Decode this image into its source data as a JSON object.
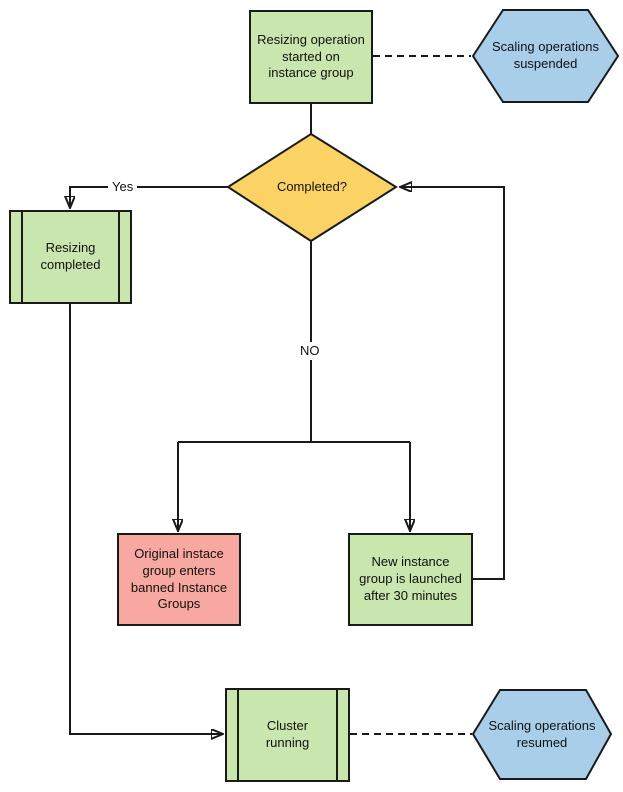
{
  "colors": {
    "green": "#C8E6AE",
    "blue": "#A9CEE9",
    "yellow": "#FBD365",
    "red": "#F7A8A1",
    "stroke": "#1A1A1A",
    "text": "#111111"
  },
  "nodes": {
    "resizing_started": {
      "type": "process",
      "label": "Resizing operation\nstarted on\ninstance group"
    },
    "scaling_suspended": {
      "type": "hexagon",
      "label": "Scaling operations\nsuspended"
    },
    "completed": {
      "type": "decision",
      "label": "Completed?"
    },
    "resizing_completed": {
      "type": "predefined-process",
      "label": "Resizing\ncompleted"
    },
    "banned_group": {
      "type": "process",
      "label": "Original instace\ngroup enters\nbanned Instance\nGroups"
    },
    "new_group": {
      "type": "process",
      "label": "New instance\ngroup is launched\nafter 30 minutes"
    },
    "cluster_running": {
      "type": "predefined-process",
      "label": "Cluster\nrunning"
    },
    "scaling_resumed": {
      "type": "hexagon",
      "label": "Scaling operations\nresumed"
    }
  },
  "edge_labels": {
    "yes": "Yes",
    "no": "NO"
  }
}
